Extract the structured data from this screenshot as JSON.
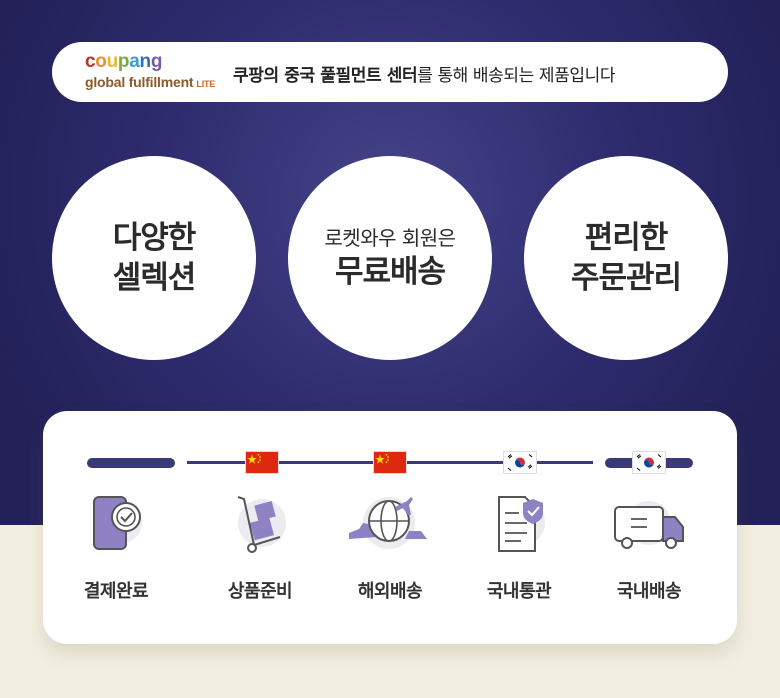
{
  "banner": {
    "logo_letters": [
      "c",
      "o",
      "u",
      "p",
      "a",
      "n",
      "g"
    ],
    "logo_colors": [
      "#b7332a",
      "#e8912d",
      "#e8b82d",
      "#79a846",
      "#3c9ad6",
      "#2f6fb6",
      "#7b5ca3"
    ],
    "logo_sub": "global fulfillment",
    "logo_lite": "LITE",
    "text_bold": "쿠팡의 중국 풀필먼트 센터",
    "text_rest": "를 통해 배송되는 제품입니다"
  },
  "features": [
    {
      "small": "",
      "line1": "다양한",
      "line2": "셀렉션"
    },
    {
      "small": "로켓와우 회원은",
      "line1": "무료배송",
      "line2": ""
    },
    {
      "small": "",
      "line1": "편리한",
      "line2": "주문관리"
    }
  ],
  "process": {
    "steps": [
      {
        "label": "결제완료",
        "icon": "mobile-payment-check-icon"
      },
      {
        "label": "상품준비",
        "icon": "hand-truck-boxes-icon"
      },
      {
        "label": "해외배송",
        "icon": "globe-plane-ship-icon"
      },
      {
        "label": "국내통관",
        "icon": "document-shield-check-icon"
      },
      {
        "label": "국내배송",
        "icon": "delivery-truck-icon"
      }
    ],
    "flags": [
      "china-flag-icon",
      "china-flag-icon",
      "korea-flag-icon",
      "korea-flag-icon"
    ]
  },
  "colors": {
    "navy": "#2e2c6e",
    "accent_purple": "#7c6fb5",
    "light_purple": "#e7e4f0",
    "beige": "#f3efe0"
  }
}
